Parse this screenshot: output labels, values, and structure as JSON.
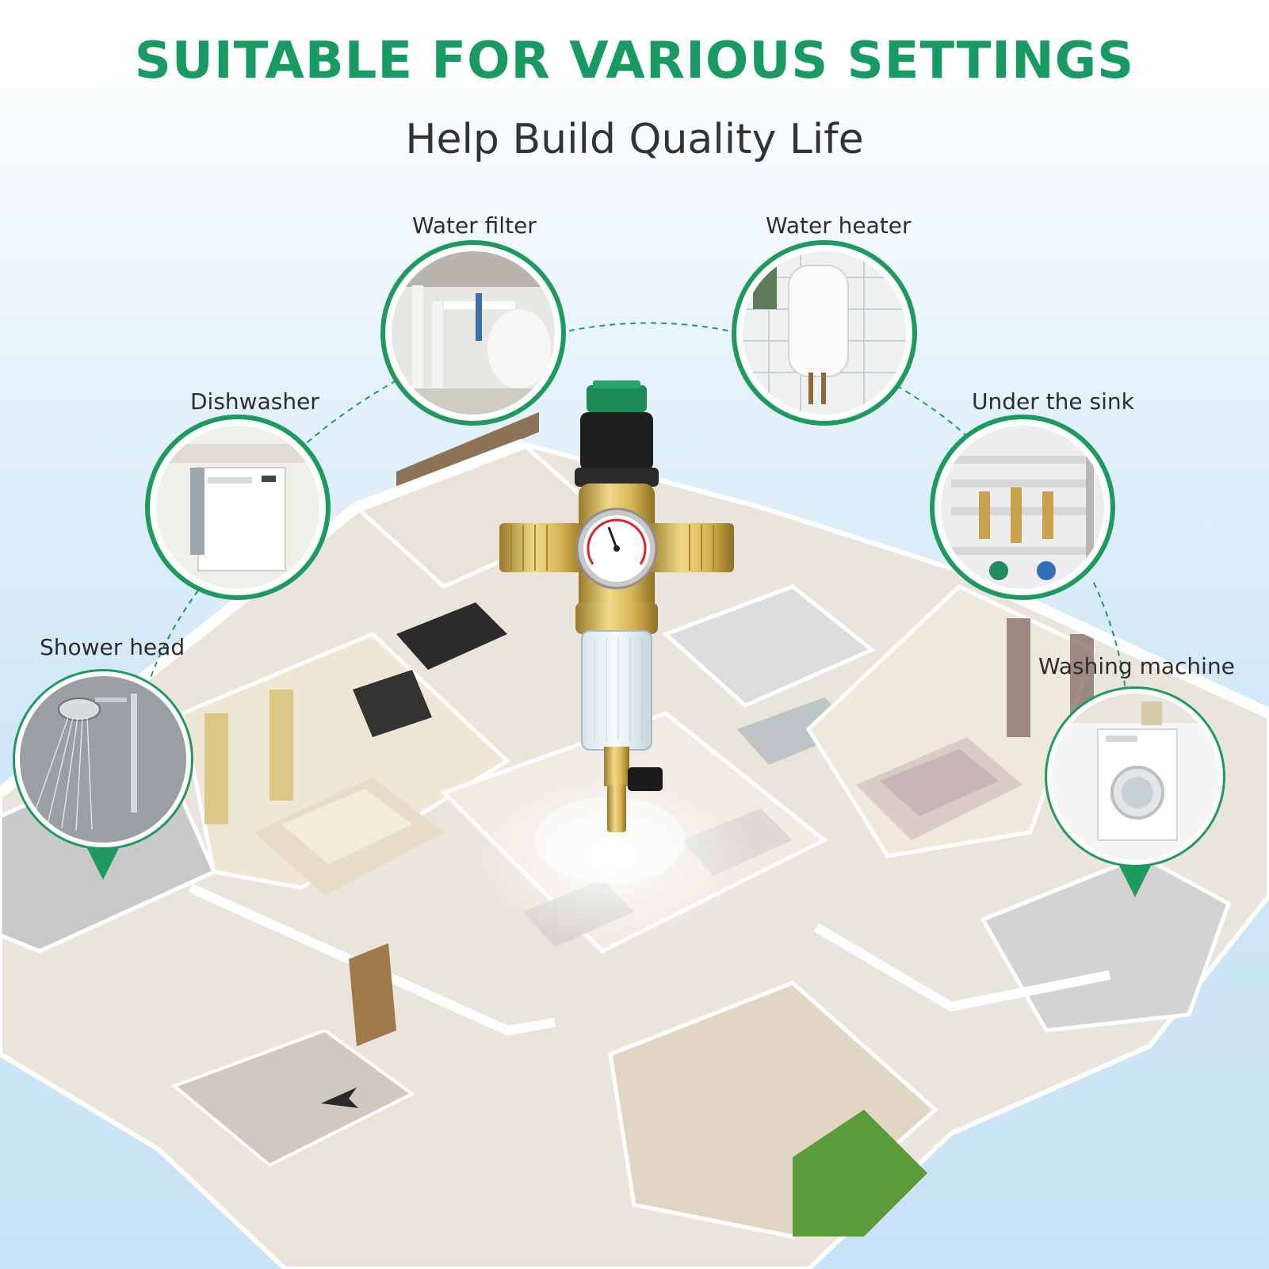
{
  "title": "SUITABLE FOR VARIOUS SETTINGS",
  "subtitle": "Help Build Quality Life",
  "settings": [
    {
      "label": "Water filter",
      "icon": "water-filter-photo"
    },
    {
      "label": "Water heater",
      "icon": "water-heater-photo"
    },
    {
      "label": "Dishwasher",
      "icon": "dishwasher-photo"
    },
    {
      "label": "Under the sink",
      "icon": "under-sink-photo"
    },
    {
      "label": "Shower head",
      "icon": "shower-head-photo"
    },
    {
      "label": "Washing machine",
      "icon": "washing-machine-photo"
    }
  ],
  "colors": {
    "title_green": "#1a9a63",
    "ring_green": "#1e9a5e",
    "subtitle_gray": "#333333",
    "dial_face": "#ffffff",
    "dial_mark": "#d8262c"
  }
}
